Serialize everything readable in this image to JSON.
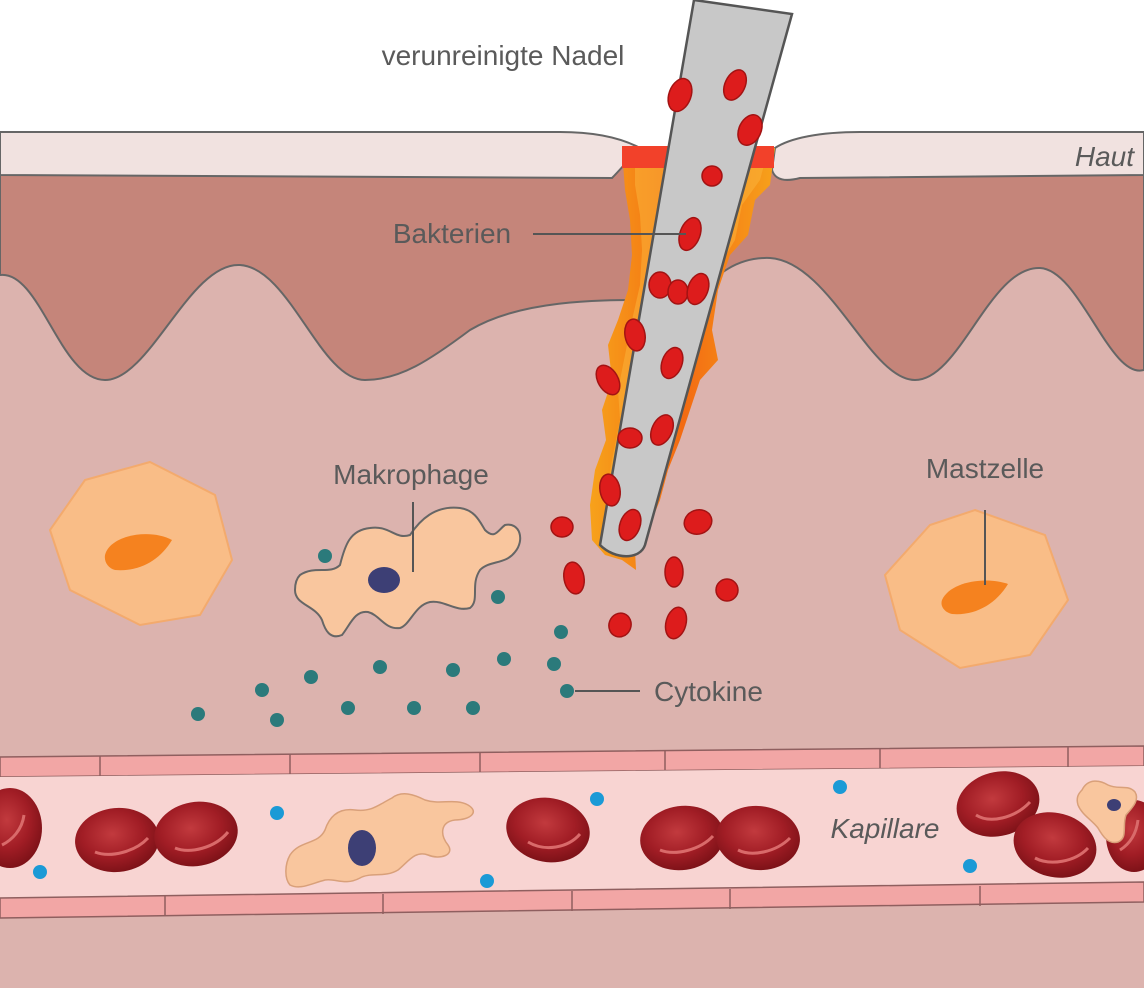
{
  "labels": {
    "needle": "verunreinigte Nadel",
    "skin": "Haut",
    "bacteria": "Bakterien",
    "macrophage": "Makrophage",
    "mast_cell": "Mastzelle",
    "cytokines": "Cytokine",
    "capillary": "Kapillare"
  },
  "colors": {
    "skin_surface": "#f1e2e0",
    "epidermis": "#c5857a",
    "dermis": "#dcb3ae",
    "outline": "#666666",
    "needle": "#c8c8c8",
    "bacteria": "#dd1c1c",
    "inflammation_outer": "#f57d14",
    "inflammation_inner": "#ff3b1a",
    "cell_body": "#f9bd87",
    "cell_nucleus": "#f5821f",
    "macrophage_body": "#f9c69e",
    "macrophage_nucleus": "#3d3f75",
    "cytokine": "#2b7a7b",
    "capillary_wall": "#f2a6a5",
    "capillary_lumen": "#f8d4d2",
    "red_blood_cell": "#a11d25",
    "blood_cytokine": "#1b9ad6"
  }
}
